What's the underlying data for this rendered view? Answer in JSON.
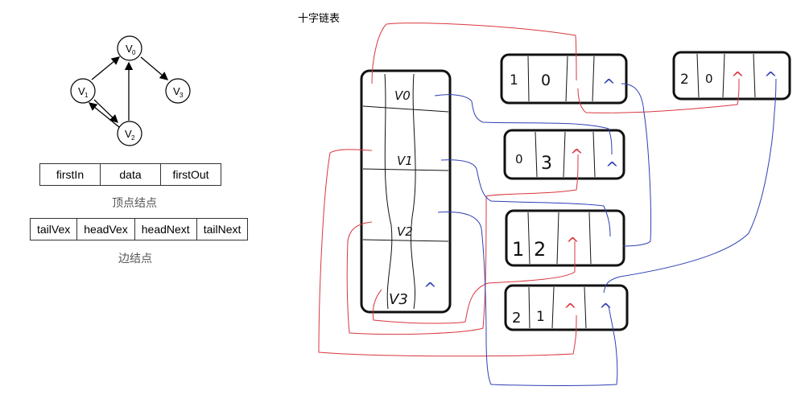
{
  "title": "十字链表",
  "graph": {
    "nodes": [
      {
        "id": "V0",
        "label": "V",
        "sub": "0"
      },
      {
        "id": "V1",
        "label": "V",
        "sub": "1"
      },
      {
        "id": "V2",
        "label": "V",
        "sub": "2"
      },
      {
        "id": "V3",
        "label": "V",
        "sub": "3"
      }
    ],
    "edges": [
      [
        "V0",
        "V3"
      ],
      [
        "V1",
        "V0"
      ],
      [
        "V2",
        "V0"
      ],
      [
        "V1",
        "V2"
      ],
      [
        "V2",
        "V1"
      ]
    ]
  },
  "vertex_struct": {
    "fields": [
      "firstIn",
      "data",
      "firstOut"
    ],
    "caption": "顶点结点"
  },
  "edge_struct": {
    "fields": [
      "tailVex",
      "headVex",
      "headNext",
      "tailNext"
    ],
    "caption": "边结点"
  },
  "sketch": {
    "vertices": [
      "V0",
      "V1",
      "V2",
      "V3"
    ],
    "null_symbol": "^",
    "edge_nodes": [
      {
        "tail": "1",
        "head": "0"
      },
      {
        "tail": "2",
        "head": "0"
      },
      {
        "tail": "0",
        "head": "3"
      },
      {
        "tail": "1",
        "head": "2"
      },
      {
        "tail": "2",
        "head": "1"
      }
    ]
  },
  "colors": {
    "in_links": "#d9363e",
    "out_links": "#2f3fb4",
    "ink": "#111111"
  }
}
